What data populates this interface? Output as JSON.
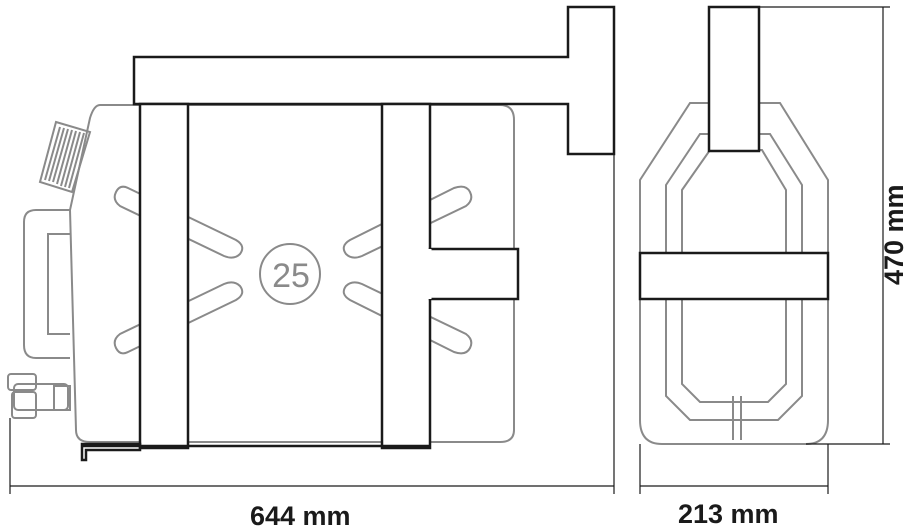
{
  "diagram": {
    "width_label": "644 mm",
    "depth_label": "213 mm",
    "height_label": "470 mm",
    "canister_number": "25"
  },
  "colors": {
    "outline_dark": "#1a1a1a",
    "outline_light": "#8a8a8a",
    "background": "#ffffff"
  }
}
